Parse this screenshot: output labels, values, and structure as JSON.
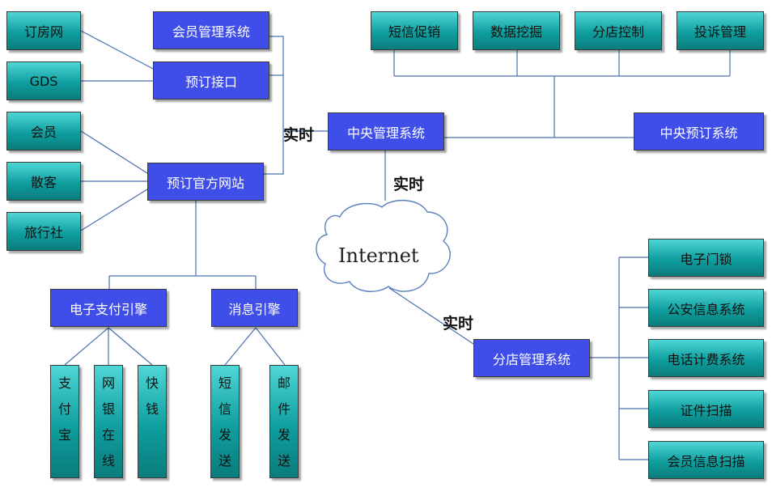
{
  "left_sources": [
    "订房网",
    "GDS",
    "会员",
    "散客",
    "旅行社"
  ],
  "booking": {
    "member_system": "会员管理系统",
    "booking_interface": "预订接口",
    "official_site": "预订官方网站"
  },
  "payment": {
    "engine": "电子支付引擎",
    "methods": [
      {
        "chars": [
          "支",
          "付",
          "宝"
        ]
      },
      {
        "chars": [
          "网",
          "银",
          "在",
          "线"
        ]
      },
      {
        "chars": [
          "快",
          "钱"
        ]
      }
    ]
  },
  "message": {
    "engine": "消息引擎",
    "methods": [
      {
        "chars": [
          "短",
          "信",
          "发",
          "送"
        ]
      },
      {
        "chars": [
          "邮",
          "件",
          "发",
          "送"
        ]
      }
    ]
  },
  "central": {
    "management": "中央管理系统",
    "reservation": "中央预订系统"
  },
  "top_modules": [
    "短信促销",
    "数据挖掘",
    "分店控制",
    "投诉管理"
  ],
  "realtime_label": "实时",
  "internet_label": "Internet",
  "branch": {
    "management": "分店管理系统",
    "modules": [
      "电子门锁",
      "公安信息系统",
      "电话计费系统",
      "证件扫描",
      "会员信息扫描"
    ]
  },
  "colors": {
    "teal": "#0f9e9e",
    "blue": "#3f4ee8",
    "line": "#4a6fb0"
  }
}
